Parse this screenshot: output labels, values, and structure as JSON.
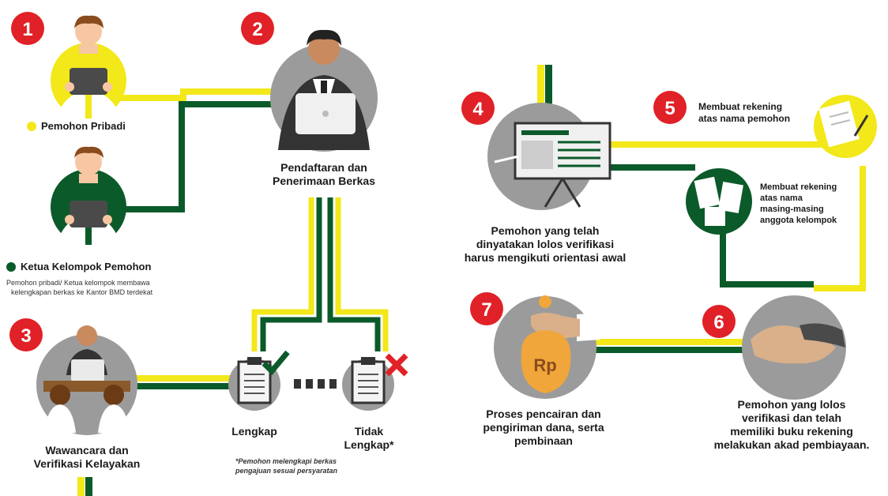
{
  "colors": {
    "yellow": "#f2e81a",
    "green": "#0b5a2a",
    "red": "#e02127",
    "gray": "#9b9b9b",
    "dark": "#4a4a4a"
  },
  "steps": {
    "s1": {
      "num": "1",
      "legend_personal": "Pemohon Pribadi",
      "legend_leader": "Ketua Kelompok Pemohon",
      "note_line1": "Pemohon pribadi/ Ketua kelompok membawa",
      "note_line2": "kelengkapan berkas ke Kantor BMD terdekat"
    },
    "s2": {
      "num": "2",
      "line1": "Pendaftaran dan",
      "line2": "Penerimaan Berkas"
    },
    "s3": {
      "num": "3",
      "line1": "Wawancara dan",
      "line2": "Verifikasi Kelayakan"
    },
    "s4": {
      "num": "4",
      "line1": "Pemohon yang telah",
      "line2": "dinyatakan lolos verifikasi",
      "line3": "harus mengikuti orientasi awal"
    },
    "s5": {
      "num": "5",
      "line1": "Membuat rekening",
      "line2": "atas nama pemohon",
      "group1": "Membuat rekening",
      "group2": "atas nama",
      "group3": "masing-masing",
      "group4": "anggota kelompok"
    },
    "s6": {
      "num": "6",
      "line1": "Pemohon yang lolos",
      "line2": "verifikasi dan telah",
      "line3": "memiliki buku rekening",
      "line4": "melakukan akad pembiayaan."
    },
    "s7": {
      "num": "7",
      "line1": "Proses pencairan dan",
      "line2": "pengiriman dana, serta",
      "line3": "pembinaan",
      "rp": "Rp"
    }
  },
  "docs": {
    "complete": "Lengkap",
    "incomplete1": "Tidak",
    "incomplete2": "Lengkap*",
    "footnote1": "*Pemohon melengkapi berkas",
    "footnote2": "pengajuan sesuai persyaratan"
  }
}
